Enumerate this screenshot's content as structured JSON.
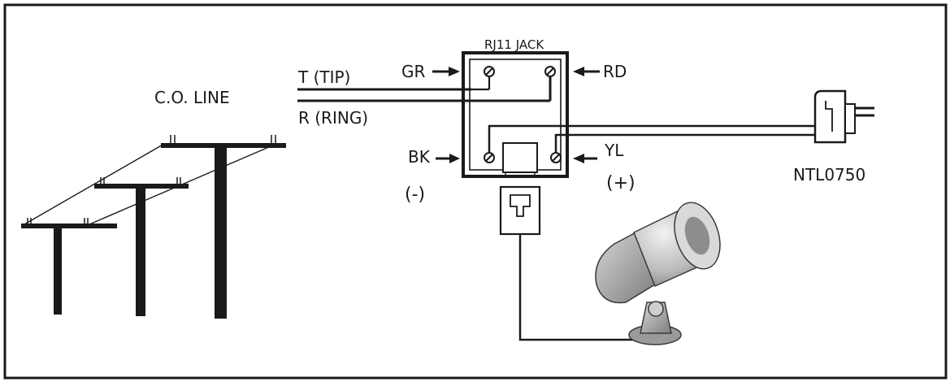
{
  "diagram": {
    "co_line_label": "C.O. LINE",
    "tip_label": "T (TIP)",
    "ring_label": "R (RING)",
    "jack_title": "RJ11 JACK",
    "gr_label": "GR",
    "rd_label": "RD",
    "bk_label": "BK",
    "yl_label": "YL",
    "minus_label": "(-)",
    "plus_label": "(+)",
    "device_label": "NTL0750"
  },
  "colors": {
    "ink": "#1a1a1a",
    "background": "#ffffff",
    "speaker_light": "#e6e6e6",
    "speaker_dark": "#7a7a7a"
  },
  "icons": [
    "telephone-pole-icon",
    "rj11-jack-icon",
    "modular-plug-icon",
    "horn-speaker-icon",
    "arrow-right-icon",
    "arrow-left-icon"
  ]
}
